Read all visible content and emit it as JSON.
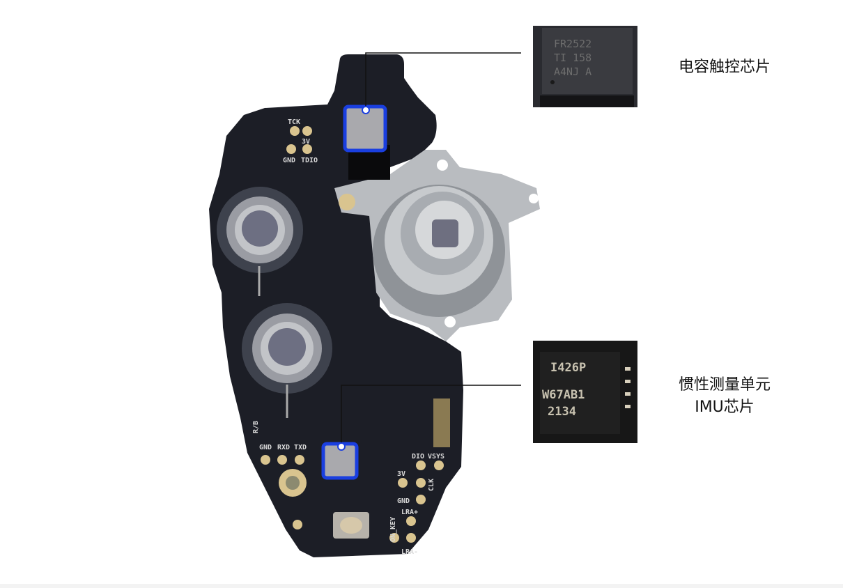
{
  "callouts": [
    {
      "label": "电容触控芯片",
      "chip_marking": [
        "FR2522",
        "TI 158",
        "A4NJ A"
      ]
    },
    {
      "label_line1": "惯性测量单元",
      "label_line2": "IMU芯片",
      "chip_marking": [
        "I426P",
        "W67AB1",
        "2134"
      ]
    }
  ],
  "silkscreen": {
    "tck": "TCK",
    "v3_top": "3V",
    "gnd_top": "GND",
    "tdio": "TDIO",
    "gnd": "GND",
    "rxd": "RXD",
    "txd": "TXD",
    "dio": "DIO",
    "vsys": "VSYS",
    "v3": "3V",
    "clk": "CLK",
    "gnd2": "GND",
    "lra_plus": "LRA+",
    "on_key": "ON_KEY",
    "lra_minus": "LRA-",
    "rb": "R/B"
  },
  "colors": {
    "highlight": "#1a3fe0",
    "board": "#1c1e26",
    "pad": "#d9c48f"
  }
}
